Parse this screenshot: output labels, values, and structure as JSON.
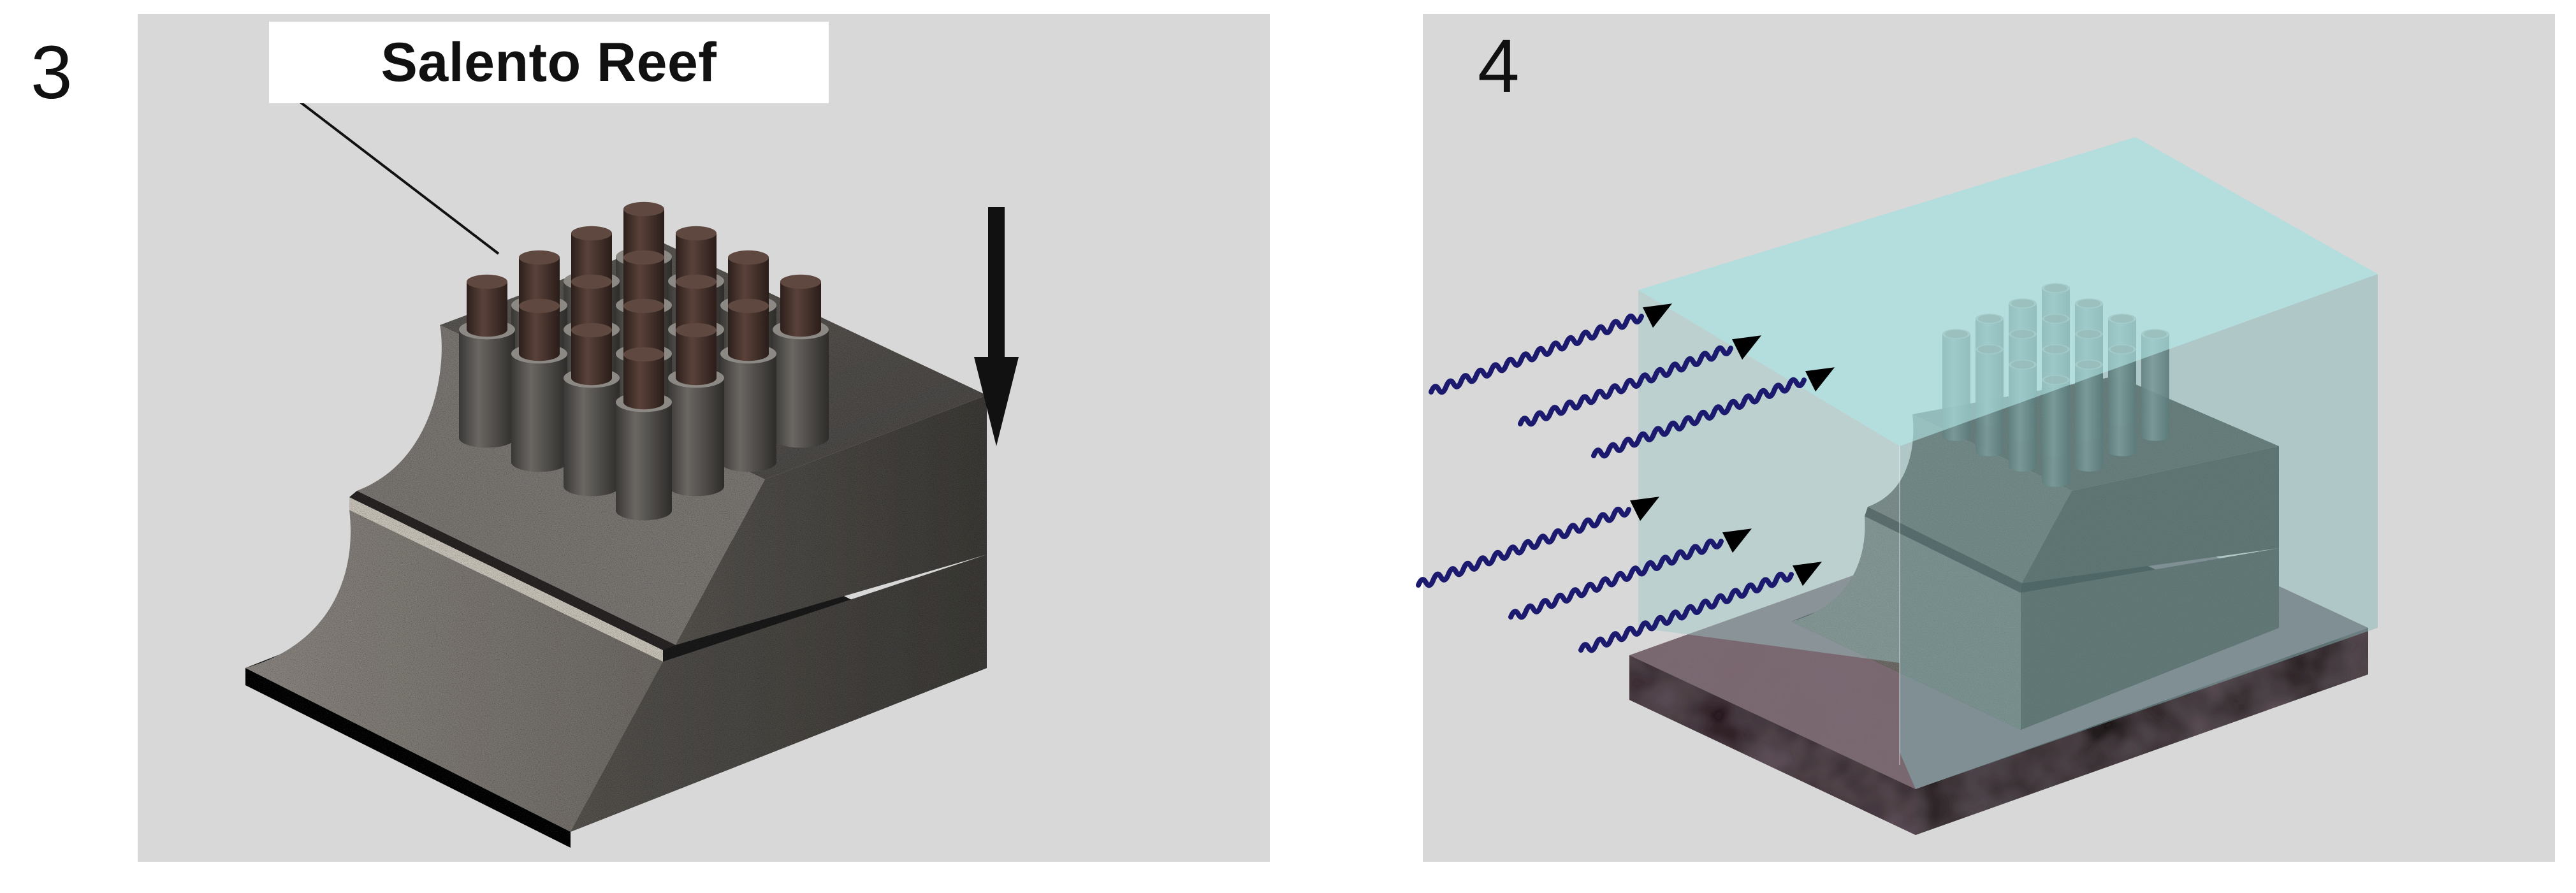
{
  "panels": [
    {
      "number": "3",
      "callout": "Salento Reef"
    },
    {
      "number": "4"
    }
  ],
  "colors": {
    "panel_background": "#d8d8d8",
    "concrete": "#6f6c68",
    "pile_cap": "#4a3530",
    "water": "#9fd0d0",
    "wave": "#1b1a6e",
    "seabed": "#6b5560",
    "arrow": "#111111"
  },
  "icons": {
    "load_arrow": "down-arrow-icon",
    "waves": "wave-arrow-icon"
  }
}
